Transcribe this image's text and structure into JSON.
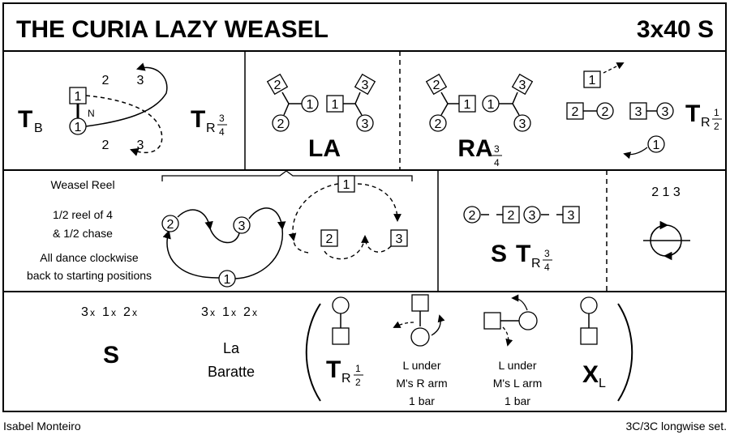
{
  "title": "THE CURIA LAZY WEASEL",
  "set_format": "3x40 S",
  "footer": {
    "author": "Isabel Monteiro",
    "set_type": "3C/3C longwise set."
  },
  "colors": {
    "ink": "#000000",
    "background": "#ffffff"
  },
  "row1": {
    "turn_both_t": "T",
    "turn_both_sub": "B",
    "numbers_top": [
      "2",
      "3"
    ],
    "numbers_bottom": [
      "2",
      "3"
    ],
    "n_mark": "N",
    "turn_right_t": "T",
    "turn_right_sub": "R",
    "turn_right_frac_num": "3",
    "turn_right_frac_den": "4",
    "la_label": "LA",
    "ra_label": "RA",
    "ra_frac_num": "3",
    "ra_frac_den": "4",
    "turn_right_half_t": "T",
    "turn_right_half_sub": "R",
    "turn_right_half_num": "1",
    "turn_right_half_den": "2",
    "dancers": {
      "one": "1",
      "two": "2",
      "three": "3"
    }
  },
  "row2": {
    "reel_title": "Weasel Reel",
    "reel_desc1": "1/2 reel of 4",
    "reel_desc2": "& 1/2 chase",
    "reel_desc3": "All dance clockwise",
    "reel_desc4": "back to starting positions",
    "set_label": "S",
    "turn_t": "T",
    "turn_sub": "R",
    "turn_num": "3",
    "turn_den": "4",
    "order": "2 1 3"
  },
  "row3": {
    "bars_col1": [
      "3",
      "x",
      "1",
      "x",
      "2",
      "x"
    ],
    "bars_col2": [
      "3",
      "x",
      "1",
      "x",
      "2",
      "x"
    ],
    "setting_label": "S",
    "la_baratte_line1": "La",
    "la_baratte_line2": "Baratte",
    "turn_t": "T",
    "turn_sub": "R",
    "turn_num": "1",
    "turn_den": "2",
    "under_right": [
      "L under",
      "M's R arm",
      "1 bar"
    ],
    "under_left": [
      "L under",
      "M's L arm",
      "1 bar"
    ],
    "cross_x": "X",
    "cross_sub": "L"
  }
}
